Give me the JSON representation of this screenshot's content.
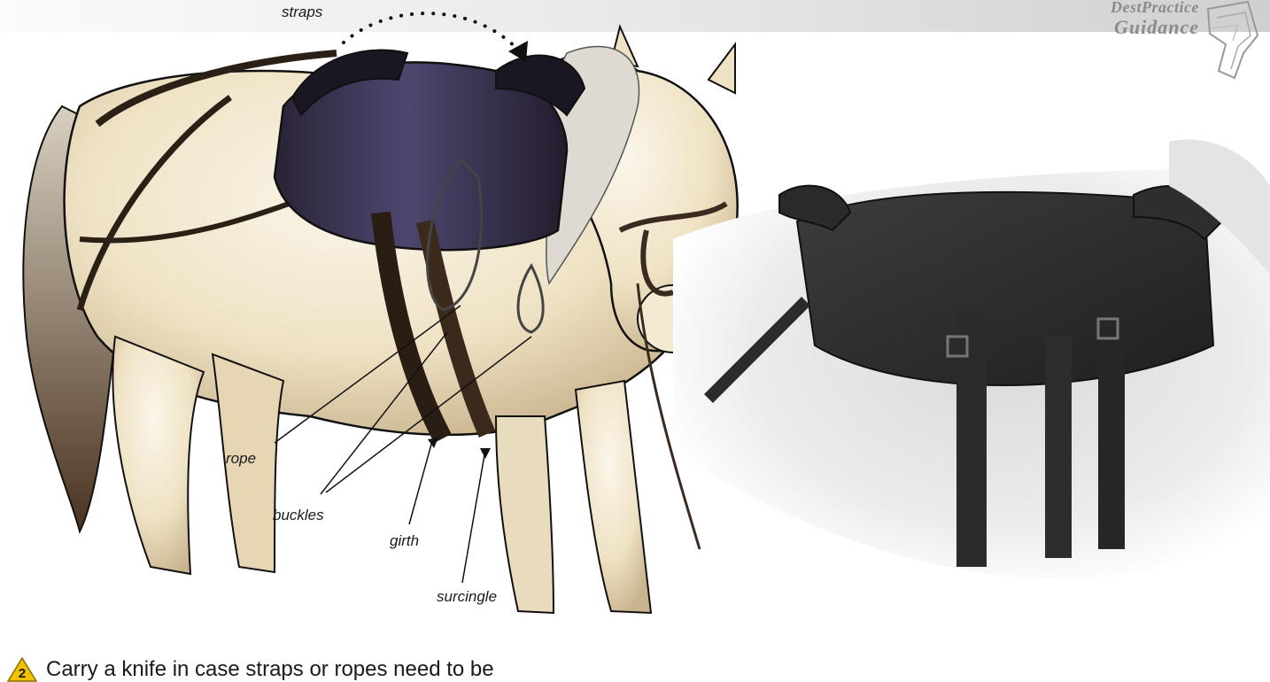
{
  "brand": {
    "line1": "DestPractice",
    "line2": "Guidance"
  },
  "labels": {
    "straps": "straps",
    "rope": "rope",
    "buckles": "buckles",
    "girth": "girth",
    "surcingle": "surcingle"
  },
  "caption": {
    "step": "2",
    "text": "Carry a knife in case straps or ropes need to be"
  },
  "colors": {
    "horse_cream": "#efe2c4",
    "saddle_dark": "#2a2335",
    "leather": "#3a2a20",
    "mane": "#dedad2",
    "tail": "#4a3220",
    "warning_yellow": "#f2c200"
  }
}
